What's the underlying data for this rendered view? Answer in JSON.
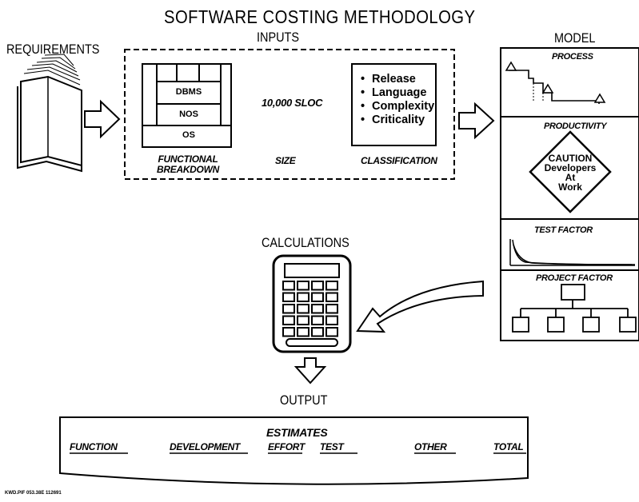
{
  "title": "SOFTWARE COSTING METHODOLOGY",
  "inputs": {
    "heading": "INPUTS",
    "stack": [
      "DBMS",
      "NOS",
      "OS"
    ],
    "size_value": "10,000 SLOC",
    "classification_items": [
      "Release",
      "Language",
      "Complexity",
      "Criticality"
    ],
    "labels": {
      "functional_line1": "FUNCTIONAL",
      "functional_line2": "BREAKDOWN",
      "size": "SIZE",
      "classification": "CLASSIFICATION"
    }
  },
  "requirements": {
    "label": "REQUIREMENTS"
  },
  "model": {
    "heading": "MODEL",
    "process": "PROCESS",
    "productivity": "PRODUCTIVITY",
    "caution": [
      "CAUTION",
      "Developers",
      "At",
      "Work"
    ],
    "test_factor": "TEST FACTOR",
    "project_factor": "PROJECT FACTOR"
  },
  "calculations": {
    "label": "CALCULATIONS"
  },
  "output": {
    "label": "OUTPUT",
    "estimates_title": "ESTIMATES",
    "columns": [
      "FUNCTION",
      "DEVELOPMENT",
      "EFFORT",
      "TEST",
      "OTHER",
      "TOTAL"
    ]
  },
  "footer_code": "KWD.PIF 053.38E 112691"
}
